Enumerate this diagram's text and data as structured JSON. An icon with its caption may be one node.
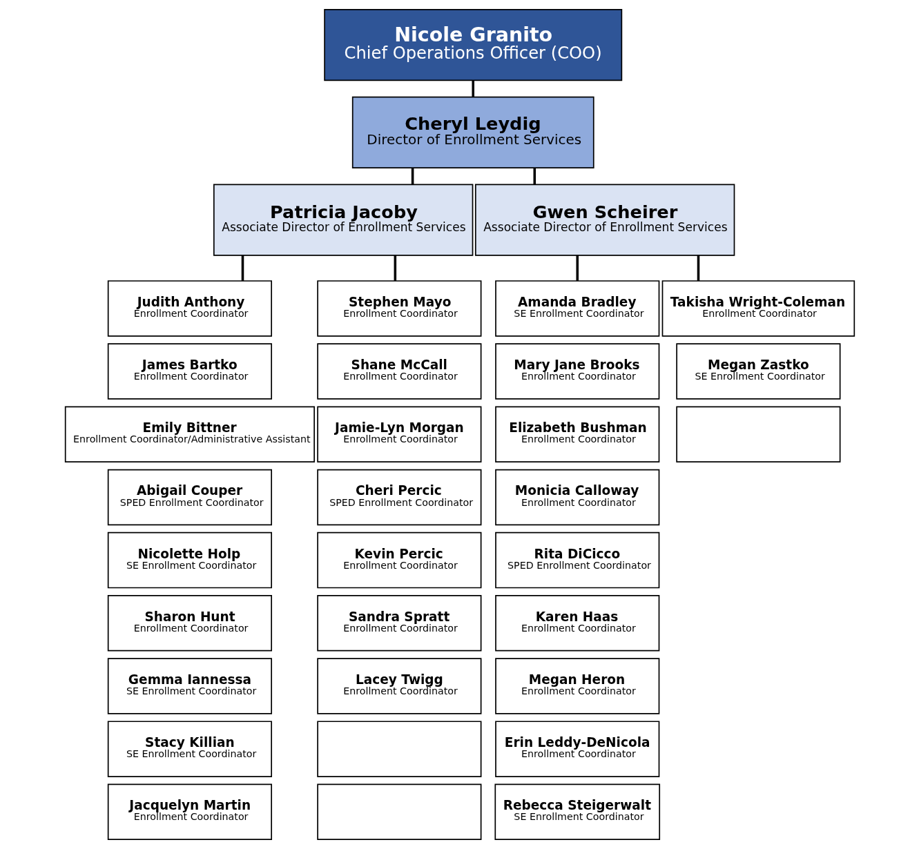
{
  "diagram": {
    "nodes": [
      {
        "text": [
          "Nicole Granito",
          "Chief Operations Officer (COO)"
        ]
      },
      {
        "text": [
          "Cheryl Leydig",
          "Director of Enrollment Services"
        ]
      },
      {
        "text": [
          "Patricia Jacoby",
          "Associate Director of Enrollment Services"
        ]
      },
      {
        "text": [
          "Gwen Scheirer",
          "Associate Director of Enrollment Services"
        ]
      },
      {
        "text": [
          "Judith Anthony",
          "Enrollment Coordinator"
        ]
      },
      {
        "text": [
          "Stephen Mayo",
          "Enrollment Coordinator"
        ]
      },
      {
        "text": [
          "James Bartko",
          "Enrollment Coordinator"
        ]
      },
      {
        "text": [
          "Shane McCall",
          "Enrollment Coordinator"
        ]
      },
      {
        "text": [
          "Emily Bittner",
          "Enrollment Coordinator/Administrative Assistant"
        ]
      },
      {
        "text": [
          "Jamie-Lyn Morgan",
          "Enrollment Coordinator"
        ]
      },
      {
        "text": [
          "Abigail Couper",
          "SPED Enrollment Coordinator"
        ]
      },
      {
        "text": [
          "Cheri Percic",
          "SPED Enrollment Coordinator"
        ]
      },
      {
        "text": [
          "Nicolette Holp",
          "SE Enrollment Coordinator"
        ]
      },
      {
        "text": [
          "Kevin Percic",
          "Enrollment Coordinator"
        ]
      },
      {
        "text": [
          "Sharon Hunt",
          "Enrollment Coordinator"
        ]
      },
      {
        "text": [
          "Sandra Spratt",
          "Enrollment Coordinator"
        ]
      },
      {
        "text": [
          "Gemma Iannessa",
          "SE Enrollment Coordinator"
        ]
      },
      {
        "text": [
          "Lacey Twigg",
          "Enrollment Coordinator"
        ]
      },
      {
        "text": [
          "Stacy Killian",
          "SE Enrollment Coordinator"
        ]
      },
      {
        "text": [],
        "shape": "box"
      },
      {
        "text": [
          "Jacquelyn Martin",
          "Enrollment Coordinator"
        ]
      },
      {
        "text": [],
        "shape": "box"
      },
      {
        "text": [
          "Amanda Bradley",
          "SE Enrollment Coordinator"
        ]
      },
      {
        "text": [
          "Takisha Wright-Coleman",
          "Enrollment Coordinator"
        ]
      },
      {
        "text": [
          "Mary Jane Brooks",
          "Enrollment Coordinator"
        ]
      },
      {
        "text": [
          "Megan Zastko",
          "SE Enrollment Coordinator"
        ]
      },
      {
        "text": [
          "Elizabeth Bushman",
          "Enrollment Coordinator"
        ]
      },
      {
        "text": [],
        "shape": "box"
      },
      {
        "text": [
          "Monicia Calloway",
          "Enrollment Coordinator"
        ]
      },
      {
        "text": [
          "Rita DiCicco",
          "SPED Enrollment Coordinator"
        ]
      },
      {
        "text": [
          "Karen Haas",
          "Enrollment Coordinator"
        ]
      },
      {
        "text": [
          "Megan Heron",
          "Enrollment Coordinator"
        ]
      },
      {
        "text": [
          "Erin Leddy-DeNicola",
          "Enrollment Coordinator"
        ]
      },
      {
        "text": [
          "Rebecca Steigerwalt",
          "SE Enrollment Coordinator"
        ]
      }
    ],
    "edges": [
      {
        "from": 0,
        "to": 1,
        "arrow": "none"
      },
      {
        "from": 1,
        "to": 2,
        "arrow": "none"
      },
      {
        "from": 1,
        "to": 3,
        "arrow": "none"
      },
      {
        "from": 2,
        "to": 4,
        "arrow": "none"
      },
      {
        "from": 2,
        "to": 5,
        "arrow": "none"
      },
      {
        "from": 3,
        "to": 22,
        "arrow": "none"
      },
      {
        "from": 3,
        "to": 23,
        "arrow": "none"
      }
    ]
  }
}
